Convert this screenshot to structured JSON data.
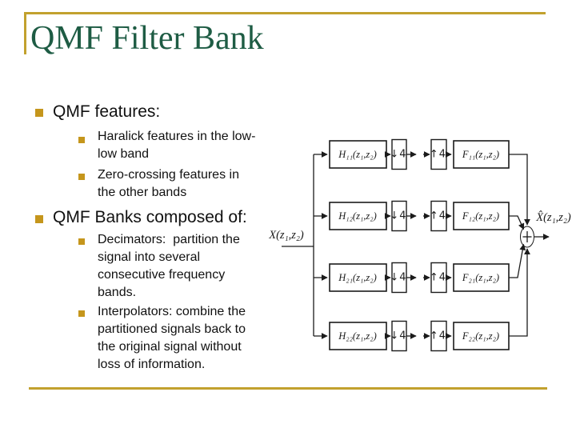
{
  "slide": {
    "title": "QMF Filter Bank"
  },
  "colors": {
    "title_green": "#1E5C44",
    "accent_gold": "#C2A12E",
    "bullet_gold": "#C5961C",
    "ink": "#1b1b1b"
  },
  "bullets": [
    {
      "label": "QMF features:",
      "items": [
        "Haralick features in the low-\nlow band",
        "Zero-crossing features in\nthe other bands"
      ]
    },
    {
      "label": "QMF Banks composed of:",
      "items": [
        "Decimators:  partition the\nsignal into several\nconsecutive frequency\nbands.",
        "Interpolators: combine the\npartitioned signals back to\nthe original signal without\nloss of information."
      ]
    }
  ],
  "diagram": {
    "input_label": "X(z₁,z₂)",
    "output_label": "X̂(z₁,z₂)",
    "sum_symbol": "+",
    "rows": [
      {
        "analysis": "H₁₁(z₁,z₂)",
        "decimator": "↓4",
        "interpolator": "↑4",
        "synthesis": "F₁₁(z₁,z₂)"
      },
      {
        "analysis": "H₁₂(z₁,z₂)",
        "decimator": "↓4",
        "interpolator": "↑4",
        "synthesis": "F₁₂(z₁,z₂)"
      },
      {
        "analysis": "H₂₁(z₁,z₂)",
        "decimator": "↓4",
        "interpolator": "↑4",
        "synthesis": "F₂₁(z₁,z₂)"
      },
      {
        "analysis": "H₂₂(z₁,z₂)",
        "decimator": "↓4",
        "interpolator": "↑4",
        "synthesis": "F₂₂(z₁,z₂)"
      }
    ]
  }
}
